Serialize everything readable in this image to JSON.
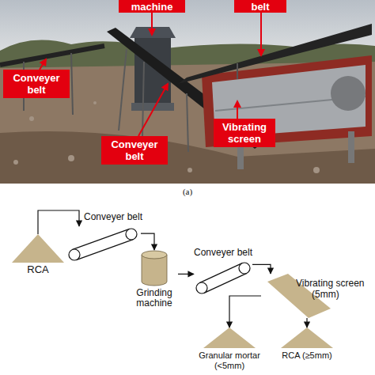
{
  "diagram": {
    "nodes": [
      {
        "text": [
          "machine"
        ]
      },
      {
        "text": [
          "belt"
        ]
      },
      {
        "text": [
          "Conveyer belt"
        ]
      },
      {
        "text": [
          "Conveyer belt"
        ]
      },
      {
        "text": [
          "Vibrating screen"
        ]
      },
      {
        "text": [
          "RCA"
        ]
      },
      {
        "text": [
          "Conveyer belt"
        ]
      },
      {
        "text": [
          "Grinding machine"
        ]
      },
      {
        "text": [
          "Conveyer belt"
        ]
      },
      {
        "text": [
          "Vibrating screen",
          "(5mm)"
        ]
      },
      {
        "text": [
          "Granular mortar",
          "(<5mm)"
        ]
      },
      {
        "text": [
          "RCA (≥5mm)"
        ]
      }
    ],
    "edges": [
      {
        "from": 5,
        "to": 6,
        "arrow": "to"
      },
      {
        "from": 6,
        "to": 7,
        "arrow": "to"
      },
      {
        "from": 7,
        "to": 8,
        "arrow": "to"
      },
      {
        "from": 8,
        "to": 9,
        "arrow": "to"
      },
      {
        "from": 9,
        "to": 10,
        "arrow": "to"
      },
      {
        "from": 9,
        "to": 11,
        "arrow": "to"
      }
    ],
    "labels": [
      "(a)"
    ]
  }
}
